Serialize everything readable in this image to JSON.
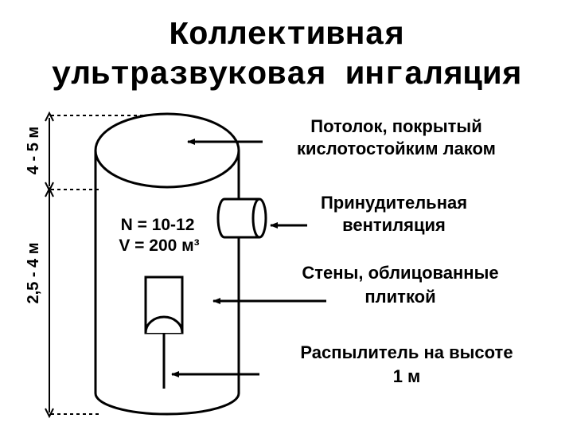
{
  "title": {
    "line1": "Коллективная",
    "line2": "ультразвуковая ингаляция"
  },
  "dimensions": {
    "upper": "4 - 5 м",
    "lower": "2,5 - 4 м"
  },
  "room_params": {
    "n": "N = 10-12",
    "v": "V = 200 м³"
  },
  "callouts": {
    "ceiling_line1": "Потолок, покрытый",
    "ceiling_line2": "кислотостойким лаком",
    "ventilation_line1": "Принудительная",
    "ventilation_line2": "вентиляция",
    "walls_line1": "Стены, облицованные",
    "walls_line2": "плиткой",
    "sprayer_line1": "Распылитель на высоте",
    "sprayer_line2": "1 м"
  }
}
